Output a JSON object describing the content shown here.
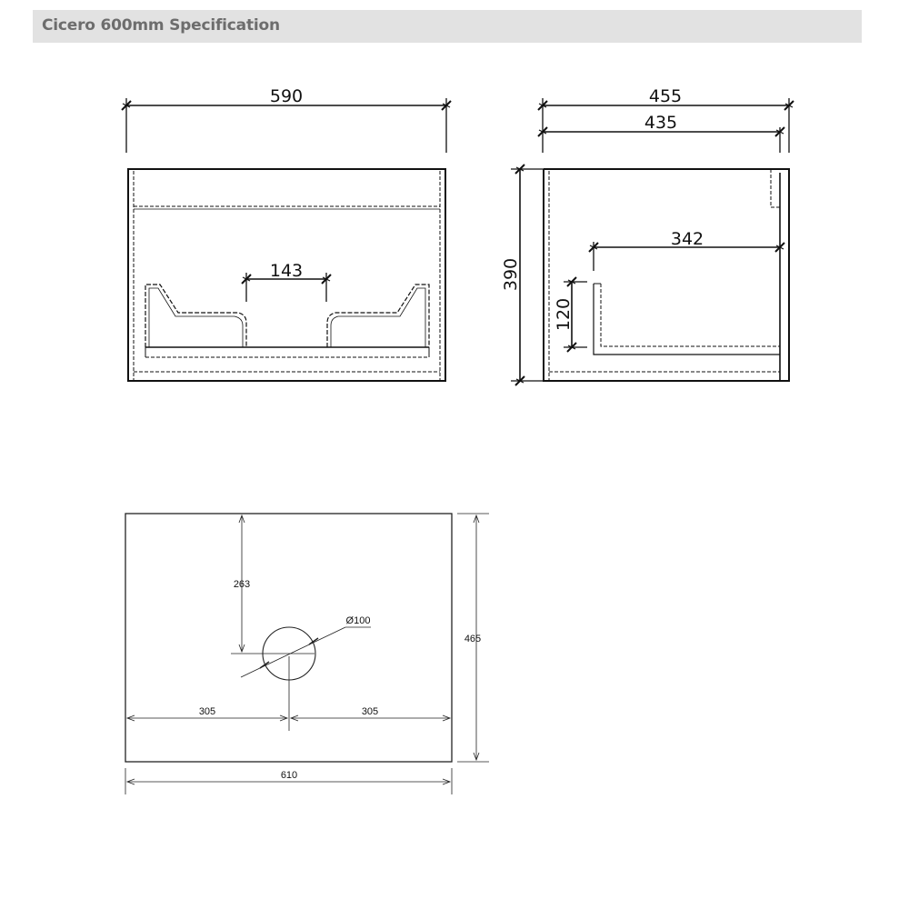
{
  "header": {
    "title": "Cicero 600mm Specification"
  },
  "front_view": {
    "width": "590",
    "gap": "143"
  },
  "side_view": {
    "overall_depth": "455",
    "carcass_depth": "435",
    "height": "390",
    "drawer_depth": "342",
    "drawer_side_height": "120"
  },
  "basin_plan": {
    "depth": "465",
    "waste_offset": "263",
    "waste_diameter": "Ø100",
    "left_offset": "305",
    "right_offset": "305",
    "width": "610"
  },
  "colors": {
    "header_bg": "#e2e2e2",
    "title": "#6d6d6d",
    "line": "#111111"
  }
}
